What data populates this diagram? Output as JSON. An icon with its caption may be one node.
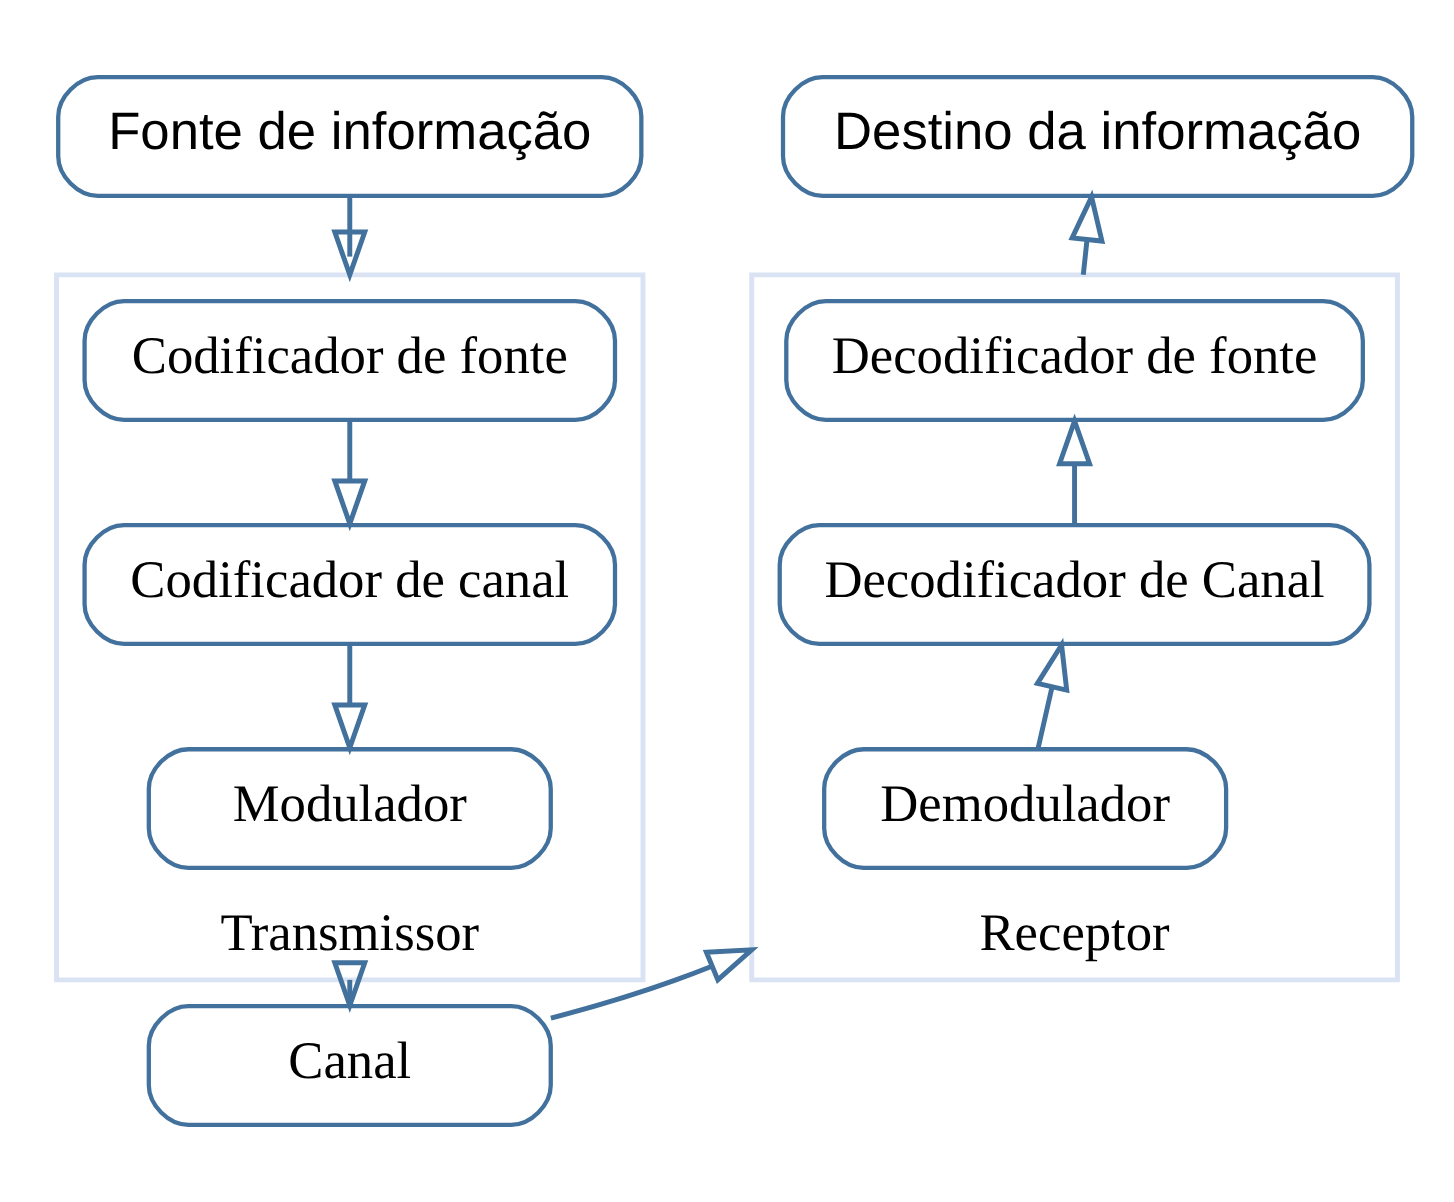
{
  "diagram": {
    "nodes": [
      {
        "text": [
          "Fonte de informação"
        ]
      },
      {
        "text": [
          "Transmissor"
        ]
      },
      {
        "text": [
          "Codificador de fonte"
        ],
        "in": 1
      },
      {
        "text": [
          "Codificador de canal"
        ],
        "in": 1
      },
      {
        "text": [
          "Modulador"
        ],
        "in": 1
      },
      {
        "text": [
          "Canal"
        ]
      },
      {
        "text": [
          "Receptor"
        ]
      },
      {
        "text": [
          "Demodulador"
        ],
        "in": 6
      },
      {
        "text": [
          "Decodificador de Canal"
        ],
        "in": 6
      },
      {
        "text": [
          "Decodificador de fonte"
        ],
        "in": 6
      },
      {
        "text": [
          "Destino da informação"
        ]
      }
    ],
    "edges": [
      {
        "from": 0,
        "to": 1,
        "arrow": "to"
      },
      {
        "from": 2,
        "to": 3,
        "arrow": "to"
      },
      {
        "from": 3,
        "to": 4,
        "arrow": "to"
      },
      {
        "from": 1,
        "to": 5,
        "arrow": "to"
      },
      {
        "from": 5,
        "to": 6,
        "arrow": "to"
      },
      {
        "from": 7,
        "to": 8,
        "arrow": "to"
      },
      {
        "from": 8,
        "to": 9,
        "arrow": "to"
      },
      {
        "from": 6,
        "to": 10,
        "arrow": "to"
      }
    ]
  }
}
